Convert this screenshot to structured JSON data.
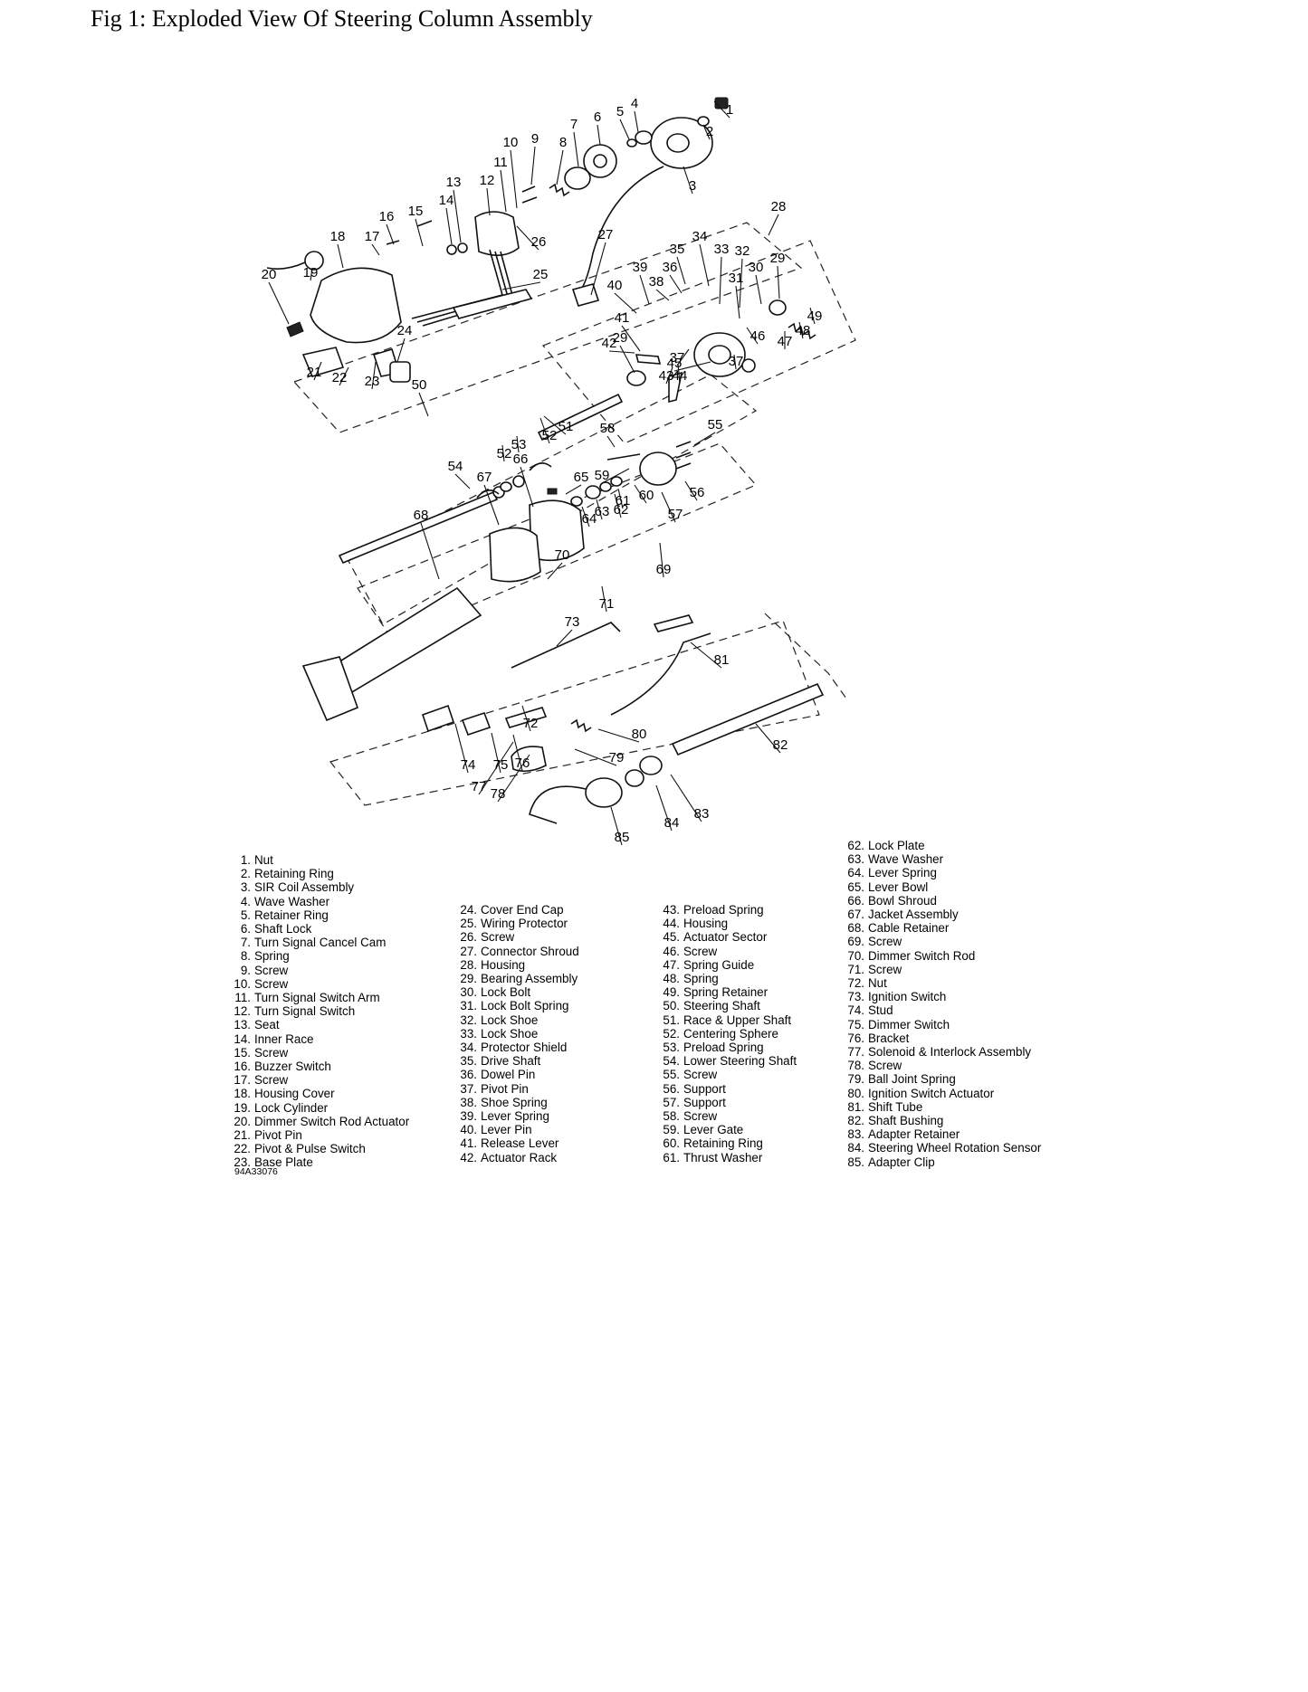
{
  "title": "Fig 1: Exploded View Of Steering Column Assembly",
  "figure_code": "94A33076",
  "legend": {
    "col1": [
      {
        "num": "1.",
        "name": "Nut"
      },
      {
        "num": "2.",
        "name": "Retaining Ring"
      },
      {
        "num": "3.",
        "name": "SIR Coil Assembly"
      },
      {
        "num": "4.",
        "name": "Wave Washer"
      },
      {
        "num": "5.",
        "name": "Retainer Ring"
      },
      {
        "num": "6.",
        "name": "Shaft Lock"
      },
      {
        "num": "7.",
        "name": "Turn Signal Cancel Cam"
      },
      {
        "num": "8.",
        "name": "Spring"
      },
      {
        "num": "9.",
        "name": "Screw"
      },
      {
        "num": "10.",
        "name": "Screw"
      },
      {
        "num": "11.",
        "name": "Turn Signal Switch Arm"
      },
      {
        "num": "12.",
        "name": "Turn Signal Switch"
      },
      {
        "num": "13.",
        "name": "Seat"
      },
      {
        "num": "14.",
        "name": "Inner Race"
      },
      {
        "num": "15.",
        "name": "Screw"
      },
      {
        "num": "16.",
        "name": "Buzzer Switch"
      },
      {
        "num": "17.",
        "name": "Screw"
      },
      {
        "num": "18.",
        "name": "Housing Cover"
      },
      {
        "num": "19.",
        "name": "Lock Cylinder"
      },
      {
        "num": "20.",
        "name": "Dimmer Switch Rod Actuator"
      },
      {
        "num": "21.",
        "name": "Pivot Pin"
      },
      {
        "num": "22.",
        "name": "Pivot & Pulse Switch"
      },
      {
        "num": "23.",
        "name": "Base Plate"
      }
    ],
    "col2": [
      {
        "num": "24.",
        "name": "Cover End Cap"
      },
      {
        "num": "25.",
        "name": "Wiring Protector"
      },
      {
        "num": "26.",
        "name": "Screw"
      },
      {
        "num": "27.",
        "name": "Connector Shroud"
      },
      {
        "num": "28.",
        "name": "Housing"
      },
      {
        "num": "29.",
        "name": "Bearing Assembly"
      },
      {
        "num": "30.",
        "name": "Lock Bolt"
      },
      {
        "num": "31.",
        "name": "Lock Bolt Spring"
      },
      {
        "num": "32.",
        "name": "Lock Shoe"
      },
      {
        "num": "33.",
        "name": "Lock Shoe"
      },
      {
        "num": "34.",
        "name": "Protector Shield"
      },
      {
        "num": "35.",
        "name": "Drive Shaft"
      },
      {
        "num": "36.",
        "name": "Dowel Pin"
      },
      {
        "num": "37.",
        "name": "Pivot Pin"
      },
      {
        "num": "38.",
        "name": "Shoe Spring"
      },
      {
        "num": "39.",
        "name": "Lever Spring"
      },
      {
        "num": "40.",
        "name": "Lever Pin"
      },
      {
        "num": "41.",
        "name": "Release Lever"
      },
      {
        "num": "42.",
        "name": "Actuator Rack"
      }
    ],
    "col3": [
      {
        "num": "43.",
        "name": "Preload Spring"
      },
      {
        "num": "44.",
        "name": "Housing"
      },
      {
        "num": "45.",
        "name": "Actuator Sector"
      },
      {
        "num": "46.",
        "name": "Screw"
      },
      {
        "num": "47.",
        "name": "Spring Guide"
      },
      {
        "num": "48.",
        "name": "Spring"
      },
      {
        "num": "49.",
        "name": "Spring Retainer"
      },
      {
        "num": "50.",
        "name": "Steering Shaft"
      },
      {
        "num": "51.",
        "name": "Race & Upper Shaft"
      },
      {
        "num": "52.",
        "name": "Centering Sphere"
      },
      {
        "num": "53.",
        "name": "Preload Spring"
      },
      {
        "num": "54.",
        "name": "Lower Steering Shaft"
      },
      {
        "num": "55.",
        "name": "Screw"
      },
      {
        "num": "56.",
        "name": "Support"
      },
      {
        "num": "57.",
        "name": "Support"
      },
      {
        "num": "58.",
        "name": "Screw"
      },
      {
        "num": "59.",
        "name": "Lever Gate"
      },
      {
        "num": "60.",
        "name": "Retaining Ring"
      },
      {
        "num": "61.",
        "name": "Thrust Washer"
      }
    ],
    "col4": [
      {
        "num": "62.",
        "name": "Lock Plate"
      },
      {
        "num": "63.",
        "name": "Wave Washer"
      },
      {
        "num": "64.",
        "name": "Lever Spring"
      },
      {
        "num": "65.",
        "name": "Lever Bowl"
      },
      {
        "num": "66.",
        "name": "Bowl Shroud"
      },
      {
        "num": "67.",
        "name": "Jacket Assembly"
      },
      {
        "num": "68.",
        "name": "Cable Retainer"
      },
      {
        "num": "69.",
        "name": "Screw"
      },
      {
        "num": "70.",
        "name": "Dimmer Switch Rod"
      },
      {
        "num": "71.",
        "name": "Screw"
      },
      {
        "num": "72.",
        "name": "Nut"
      },
      {
        "num": "73.",
        "name": "Ignition Switch"
      },
      {
        "num": "74.",
        "name": "Stud"
      },
      {
        "num": "75.",
        "name": "Dimmer Switch"
      },
      {
        "num": "76.",
        "name": "Bracket"
      },
      {
        "num": "77.",
        "name": "Solenoid & Interlock Assembly"
      },
      {
        "num": "78.",
        "name": "Screw"
      },
      {
        "num": "79.",
        "name": "Ball Joint Spring"
      },
      {
        "num": "80.",
        "name": "Ignition Switch Actuator"
      },
      {
        "num": "81.",
        "name": "Shift Tube"
      },
      {
        "num": "82.",
        "name": "Shaft Bushing"
      },
      {
        "num": "83.",
        "name": "Adapter Retainer"
      },
      {
        "num": "84.",
        "name": "Steering Wheel Rotation Sensor"
      },
      {
        "num": "85.",
        "name": "Adapter Clip"
      }
    ]
  },
  "callouts": [
    "1",
    "2",
    "3",
    "4",
    "5",
    "6",
    "7",
    "8",
    "9",
    "10",
    "11",
    "12",
    "13",
    "14",
    "15",
    "16",
    "17",
    "18",
    "19",
    "20",
    "21",
    "22",
    "23",
    "24",
    "25",
    "26",
    "27",
    "28",
    "29",
    "29",
    "30",
    "31",
    "32",
    "33",
    "34",
    "35",
    "36",
    "37",
    "37",
    "38",
    "39",
    "40",
    "41",
    "42",
    "43",
    "44",
    "45",
    "46",
    "47",
    "48",
    "49",
    "50",
    "51",
    "52",
    "52",
    "53",
    "54",
    "55",
    "56",
    "57",
    "58",
    "59",
    "60",
    "61",
    "62",
    "63",
    "64",
    "65",
    "66",
    "67",
    "68",
    "69",
    "70",
    "71",
    "72",
    "73",
    "74",
    "75",
    "76",
    "77",
    "78",
    "79",
    "80",
    "81",
    "82",
    "83",
    "84",
    "85"
  ]
}
